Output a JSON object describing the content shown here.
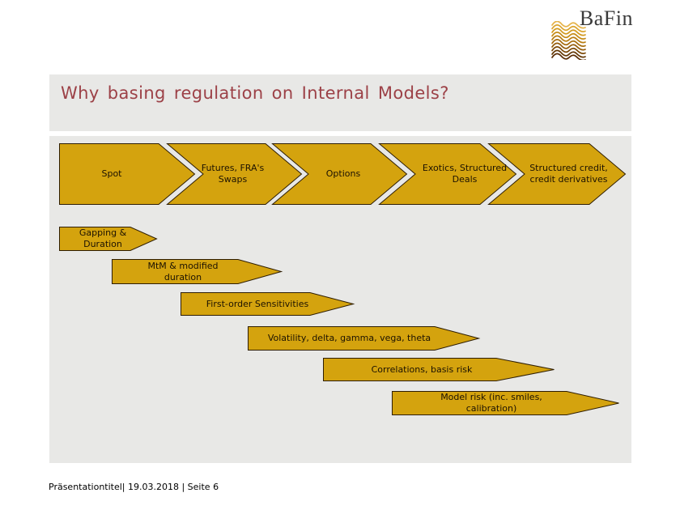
{
  "logo": {
    "brand": "BaFin"
  },
  "slide": {
    "title": "Why basing regulation on Internal Models?",
    "footer": "Präsentationtitel| 19.03.2018 | Seite 6"
  },
  "colors": {
    "gold": "#d4a30e",
    "shape_border": "#2e1d02",
    "band_background": "#e8e8e6",
    "title": "#9c4147",
    "brand_text": "#3a3a3a",
    "body_text": "#1c1202"
  },
  "diagram": {
    "top_row": [
      {
        "label": "Spot"
      },
      {
        "label": "Futures, FRA's Swaps"
      },
      {
        "label": "Options"
      },
      {
        "label": "Exotics, Structured Deals"
      },
      {
        "label": "Structured credit, credit derivatives"
      }
    ],
    "arrows": [
      {
        "label": "Gapping & Duration"
      },
      {
        "label": "MtM & modified duration"
      },
      {
        "label": "First-order Sensitivities"
      },
      {
        "label": "Volatility, delta, gamma, vega, theta"
      },
      {
        "label": "Correlations, basis risk"
      },
      {
        "label": "Model risk (inc. smiles, calibration)"
      }
    ]
  }
}
